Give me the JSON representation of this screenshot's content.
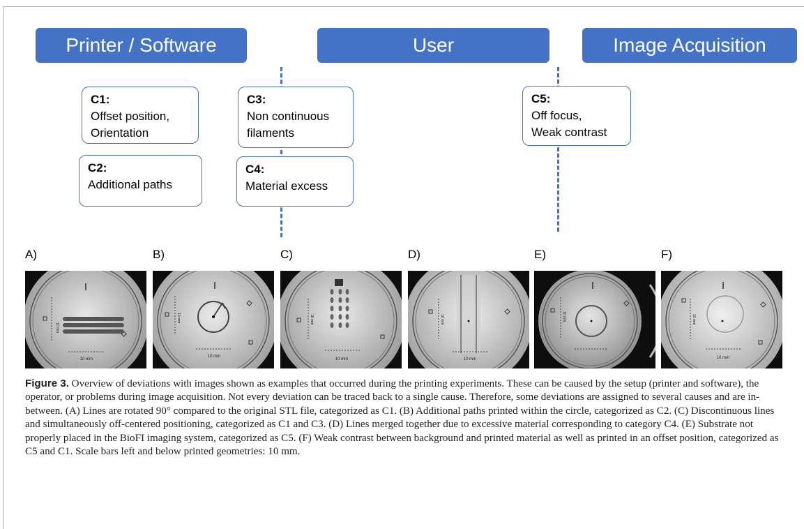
{
  "header": {
    "printer_software": "Printer / Software",
    "user": "User",
    "image_acquisition": "Image Acquisition"
  },
  "categories": {
    "c1": {
      "title": "C1:",
      "lines": [
        "Offset position,",
        "Orientation"
      ]
    },
    "c2": {
      "title": "C2:",
      "lines": [
        "Additional paths"
      ]
    },
    "c3": {
      "title": "C3:",
      "lines": [
        "Non continuous",
        "filaments"
      ]
    },
    "c4": {
      "title": "C4:",
      "lines": [
        "Material excess"
      ]
    },
    "c5": {
      "title": "C5:",
      "lines": [
        "Off focus,",
        "Weak contrast"
      ]
    }
  },
  "panels": [
    {
      "label": "A)",
      "scale": "10 mm",
      "side_scale": "10 mm"
    },
    {
      "label": "B)",
      "scale": "10 mm",
      "side_scale": "10 mm"
    },
    {
      "label": "C)",
      "scale": "10 mm",
      "side_scale": "10 mm"
    },
    {
      "label": "D)",
      "scale": "10 mm",
      "side_scale": "10 mm"
    },
    {
      "label": "E)",
      "scale": "10 mm",
      "side_scale": "10 mm"
    },
    {
      "label": "F)",
      "scale": "10 mm",
      "side_scale": "10 mm"
    }
  ],
  "caption": {
    "label": "Figure 3.",
    "text": " Overview of deviations with images shown as examples that occurred during the printing experiments. These can be caused by the setup (printer and software), the operator, or problems during image acquisition. Not every deviation can be traced back to a single cause. Therefore, some deviations are assigned to several causes and are in-between. (A) Lines are rotated 90° compared to the original STL file, categorized as C1. (B) Additional paths printed within the circle, categorized as C2. (C) Discontinuous lines and simultaneously off-centered positioning, categorized as C1 and C3. (D) Lines merged together due to excessive material corresponding to category C4. (E) Substrate not properly placed in the BioFI imaging system, categorized as C5. (F) Weak contrast between background and printed material as well as printed in an offset position, categorized as C5 and C1. Scale bars left and below printed geometries: 10 mm."
  },
  "colors": {
    "accent": "#4472c4",
    "photo_background": "#0e0e0e"
  }
}
